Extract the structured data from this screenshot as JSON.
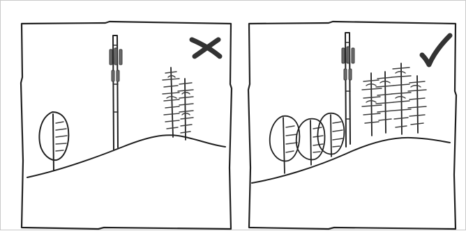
{
  "panels": [
    {
      "id": "poor-placement",
      "verdict_icon": "cross-mark-icon",
      "verdict": "incorrect"
    },
    {
      "id": "good-placement",
      "verdict_icon": "check-mark-icon",
      "verdict": "correct"
    }
  ],
  "colors": {
    "ink": "#1f1f1f",
    "frame_border": "#c9c9c9",
    "mark": "#333333",
    "antenna_fill": "#6b6b6b"
  }
}
